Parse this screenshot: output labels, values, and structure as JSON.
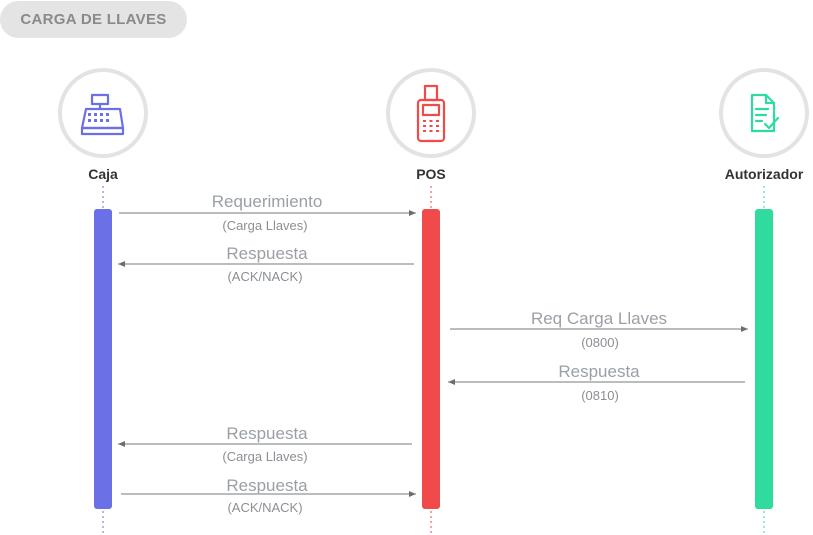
{
  "title": "CARGA DE LLAVES",
  "colors": {
    "caja": "#6b70e6",
    "pos": "#f04a4a",
    "autorizador": "#2fdc9e",
    "arrow": "#7a7a7a",
    "text": "#9aa0a6"
  },
  "actors": [
    {
      "id": "caja",
      "label": "Caja",
      "icon": "cash-register-icon"
    },
    {
      "id": "pos",
      "label": "POS",
      "icon": "pos-terminal-icon"
    },
    {
      "id": "autorizador",
      "label": "Autorizador",
      "icon": "document-check-icon"
    }
  ],
  "messages": [
    {
      "from": "caja",
      "to": "pos",
      "label": "Requerimiento",
      "sublabel": "(Carga Llaves)"
    },
    {
      "from": "pos",
      "to": "caja",
      "label": "Respuesta",
      "sublabel": "(ACK/NACK)"
    },
    {
      "from": "pos",
      "to": "autorizador",
      "label": "Req Carga Llaves",
      "sublabel": "(0800)"
    },
    {
      "from": "autorizador",
      "to": "pos",
      "label": "Respuesta",
      "sublabel": "(0810)"
    },
    {
      "from": "pos",
      "to": "caja",
      "label": "Respuesta",
      "sublabel": "(Carga Llaves)"
    },
    {
      "from": "caja",
      "to": "pos",
      "label": "Respuesta",
      "sublabel": "(ACK/NACK)"
    }
  ]
}
